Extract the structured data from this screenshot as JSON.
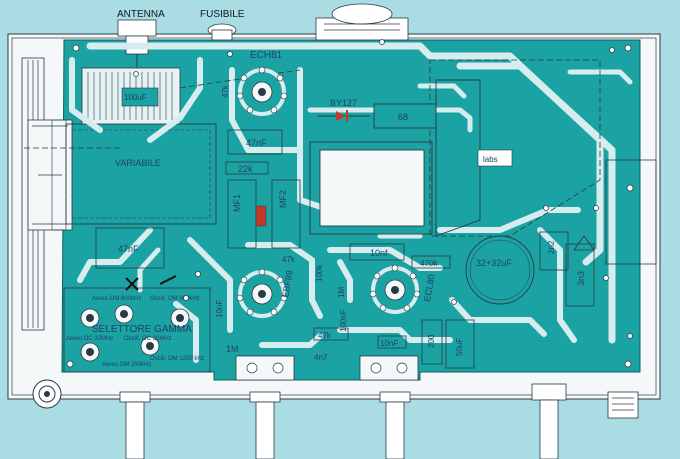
{
  "top_labels": {
    "antenna": "ANTENNA",
    "fuse": "FUSIBILE"
  },
  "tubes": {
    "ecl81": "ECH81",
    "eb89": "EBF89",
    "ecl80": "ECL80"
  },
  "components": {
    "rectifier": "BY127",
    "res_68": "68",
    "cap_47nf_top": "47nF",
    "res_22k": "22k",
    "res_47k_top": "47k",
    "mf1": "MF1",
    "mf2": "MF2",
    "variable": "VARIABILE",
    "cap_47nf_left": "47nF",
    "cap_100uf": "100uF",
    "cap_10nf_mid": "10nf",
    "res_470k": "470k",
    "cap_32uf": "32+32uF",
    "cap_100nf": "100nF",
    "res_1m": "1M",
    "res_47k_bot": "47k",
    "cap_4n7": "4n7",
    "cap_10nf_bot": "10nF",
    "cap_200": "200",
    "cap_50uf": "50uF",
    "cap_2n2": "2n2",
    "cap_3n3": "3n3",
    "res_1m_ecl": "1M",
    "cap_10nf_left": "10nF",
    "res_100k": "100k",
    "cap_47k_mid": "47k",
    "labs": "labs"
  },
  "selector": {
    "title": "SELETTORE GAMMA",
    "aereo_om_600": "Aereo OM 600kHz",
    "oscill_om_600": "Oscill. OM 600kHz",
    "aereo_oc_20": "Aereo OC 20MHz",
    "oscill_oc_20": "Oscill. OC 20MHz",
    "oscill_om_1250": "Oscill. OM 1250 kHz",
    "aereo_om_250": "Aereo OM 250kHz"
  },
  "colors": {
    "background": "#a9dde3",
    "board": "#1aa3a2",
    "track": "#d7ecee",
    "chassis": "#ffffff",
    "label": "#23406a"
  }
}
